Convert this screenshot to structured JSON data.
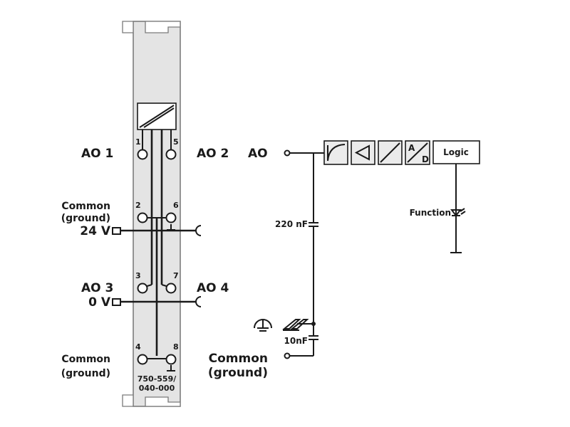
{
  "module": {
    "part_number_line1": "750-559/",
    "part_number_line2": "040-000",
    "pins": [
      "1",
      "2",
      "3",
      "4",
      "5",
      "6",
      "7",
      "8"
    ]
  },
  "labels": {
    "ao1": "AO 1",
    "ao2": "AO 2",
    "ao3": "AO 3",
    "ao4": "AO 4",
    "common_left_1": "Common",
    "ground_left_1": "(ground)",
    "common_left_2": "Common",
    "ground_left_2": "(ground)",
    "v24": "24 V",
    "v0": "0 V"
  },
  "schematic": {
    "ao": "AO",
    "cap1": "220 nF",
    "cap2": "10nF",
    "common": "Common",
    "ground": "(ground)",
    "function": "Function",
    "adc_a": "A",
    "adc_d": "D",
    "logic": "Logic"
  },
  "icons": [
    "converter-icon",
    "filter-curve-icon",
    "amplifier-icon",
    "dac-slash-icon",
    "adc-icon",
    "protective-earth-icon",
    "din-rail-icon",
    "led-icon"
  ],
  "colors": {
    "line": "#1a1a1a",
    "housing": "#e4e4e4",
    "block_fill": "#ebebeb"
  }
}
